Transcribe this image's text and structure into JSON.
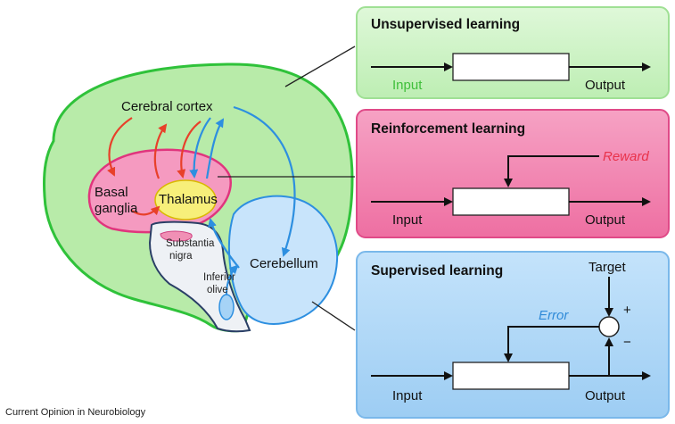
{
  "brain": {
    "cerebral_cortex": "Cerebral cortex",
    "basal_ganglia_line1": "Basal",
    "basal_ganglia_line2": "ganglia",
    "thalamus": "Thalamus",
    "substantia_nigra_line1": "Substantia",
    "substantia_nigra_line2": "nigra",
    "inferior_olive_line1": "Inferior",
    "inferior_olive_line2": "olive",
    "cerebellum": "Cerebellum"
  },
  "panels": {
    "unsupervised": {
      "title": "Unsupervised learning",
      "input": "Input",
      "output": "Output",
      "color": "#c9f2c2",
      "input_color": "#3fbf3a"
    },
    "reinforcement": {
      "title": "Reinforcement learning",
      "input": "Input",
      "output": "Output",
      "reward": "Reward",
      "color": "#f07aa8",
      "reward_color": "#e8324a"
    },
    "supervised": {
      "title": "Supervised learning",
      "input": "Input",
      "output": "Output",
      "target": "Target",
      "error": "Error",
      "plus": "+",
      "minus": "−",
      "color": "#a8d4f5",
      "error_color": "#2f8ad8"
    }
  },
  "caption": "Current Opinion in Neurobiology"
}
